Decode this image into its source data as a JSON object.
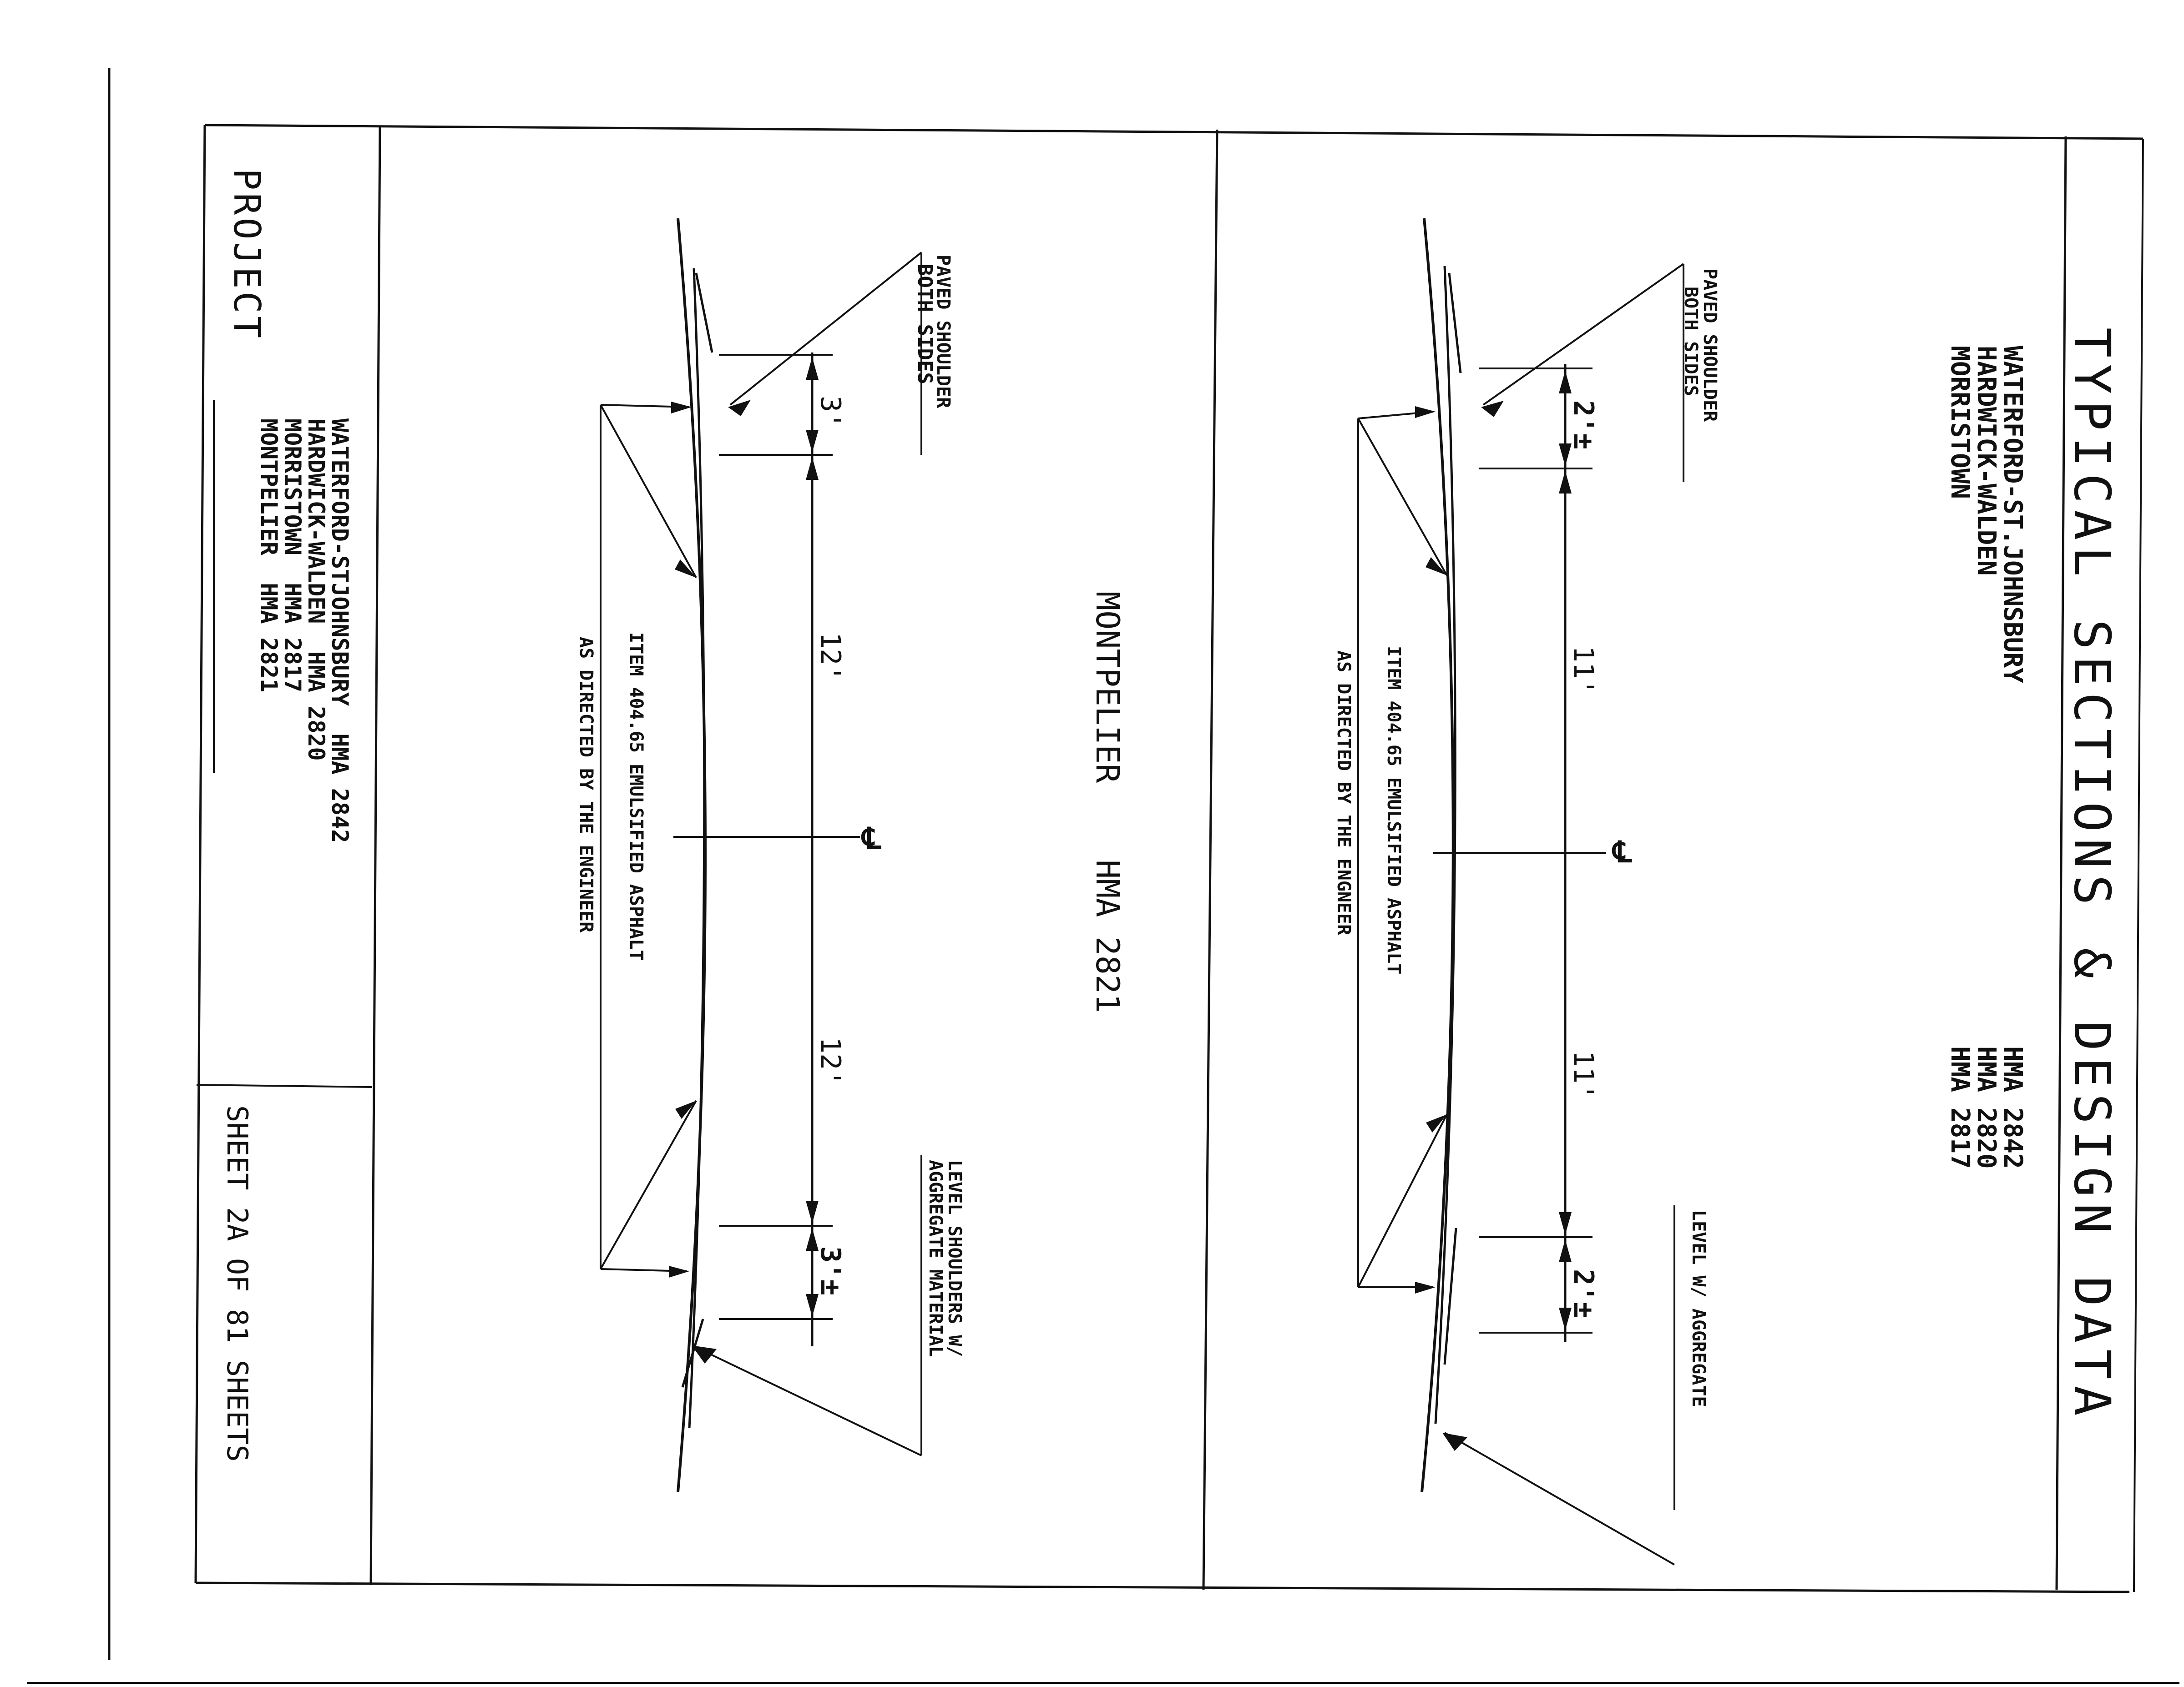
{
  "title": "TYPICAL SECTIONS & DESIGN DATA",
  "top_section": {
    "towns": [
      "WATERFORD-ST.JOHNSBURY",
      "HARDWICK-WALDEN",
      "MORRISTOWN"
    ],
    "hma_numbers": [
      "HMA 2842",
      "HMA 2820",
      "HMA 2817"
    ],
    "left_shoulder_label": [
      "PAVED SHOULDER",
      "BOTH SIDES"
    ],
    "right_shoulder_label": "LEVEL W/ AGGREGATE",
    "item_label": [
      "ITEM 404.65 EMULSIFIED ASPHALT",
      "AS DIRECTED BY THE ENGNEER"
    ],
    "dim_left_shoulder": "2'±",
    "dim_left_lane": "11'",
    "dim_right_lane": "11'",
    "dim_right_shoulder": "2'±",
    "centerline": "℄"
  },
  "bottom_section": {
    "heading": "MONTPELIER    HMA 2821",
    "left_shoulder_label": [
      "PAVED SHOULDER",
      "BOTH SIDES"
    ],
    "right_shoulder_label": [
      "LEVEL SHOULDERS W/",
      "AGGREGATE MATERIAL"
    ],
    "item_label": [
      "ITEM 404.65 EMULSIFIED ASPHALT",
      "AS DIRECTED BY THE ENGINEER"
    ],
    "dim_left_shoulder": "3'",
    "dim_left_lane": "12'",
    "dim_right_lane": "12'",
    "dim_right_shoulder": "3'±",
    "centerline": "℄"
  },
  "title_block": {
    "project_label": "PROJECT",
    "projects": [
      "WATERFORD-STJOHNSBURY  HMA 2842",
      "HARDWICK-WALDEN  HMA 2820",
      "MORRISTOWN  HMA 2817",
      "MONTPELIER  HMA 2821"
    ],
    "sheet_text": "SHEET 2A OF 81 SHEETS"
  }
}
